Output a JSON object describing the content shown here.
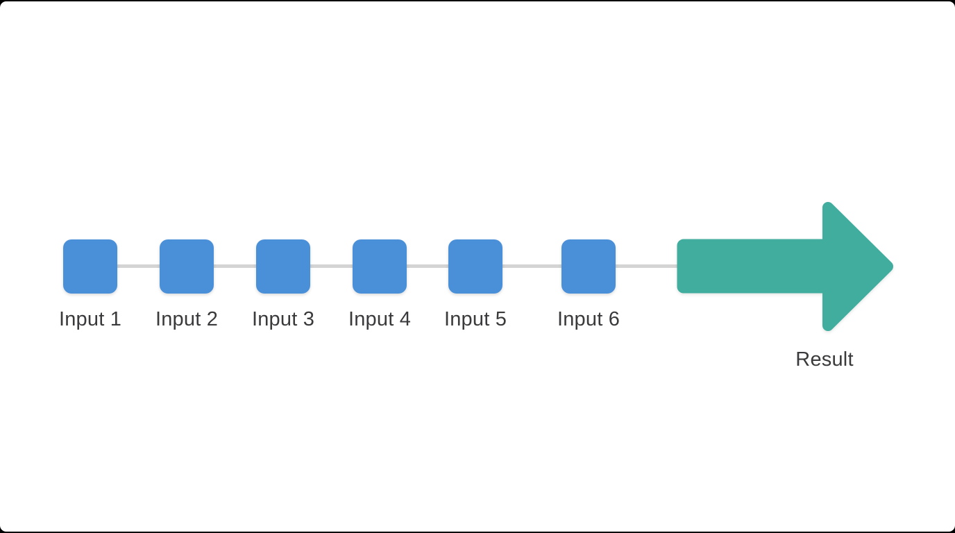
{
  "diagram": {
    "inputs": [
      {
        "label": "Input 1"
      },
      {
        "label": "Input 2"
      },
      {
        "label": "Input 3"
      },
      {
        "label": "Input 4"
      },
      {
        "label": "Input 5"
      },
      {
        "label": "Input 6"
      }
    ],
    "result_label": "Result"
  },
  "theme": {
    "node_fill": "#4a90d9",
    "arrow_fill": "#40ad9e",
    "connector_color": "#d4d4d4",
    "label_color": "#3a3a3c",
    "panel_bg": "#ffffff",
    "page_bg": "#000000"
  }
}
